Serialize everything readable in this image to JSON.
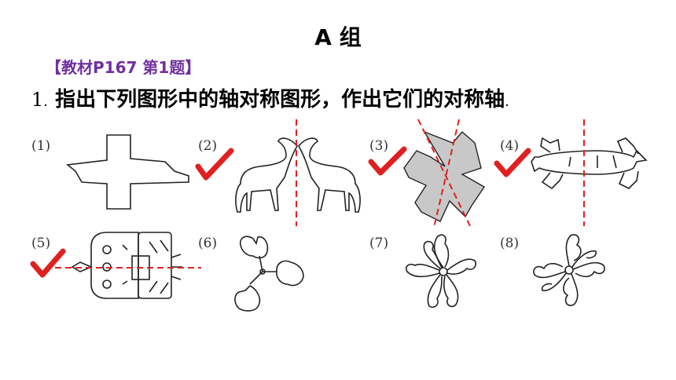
{
  "header": {
    "title": "A 组"
  },
  "source_tag": "【教材P167  第1题】",
  "question": {
    "number": "1",
    "dot": ".",
    "text": "指出下列图形中的轴对称图形，作出它们的对称轴",
    "end": "."
  },
  "figures": [
    {
      "label": "(1)",
      "checked": false,
      "has_axis": false
    },
    {
      "label": "(2)",
      "checked": true,
      "has_axis": true
    },
    {
      "label": "(3)",
      "checked": true,
      "has_axis": true
    },
    {
      "label": "(4)",
      "checked": true,
      "has_axis": true
    },
    {
      "label": "(5)",
      "checked": true,
      "has_axis": true
    },
    {
      "label": "(6)",
      "checked": false,
      "has_axis": false
    },
    {
      "label": "(7)",
      "checked": false,
      "has_axis": false
    },
    {
      "label": "(8)",
      "checked": false,
      "has_axis": false
    }
  ],
  "colors": {
    "checkmark": "#e02020",
    "axis": "#e02020",
    "tag": "#7030a0",
    "fill": "#c8c8c8"
  }
}
